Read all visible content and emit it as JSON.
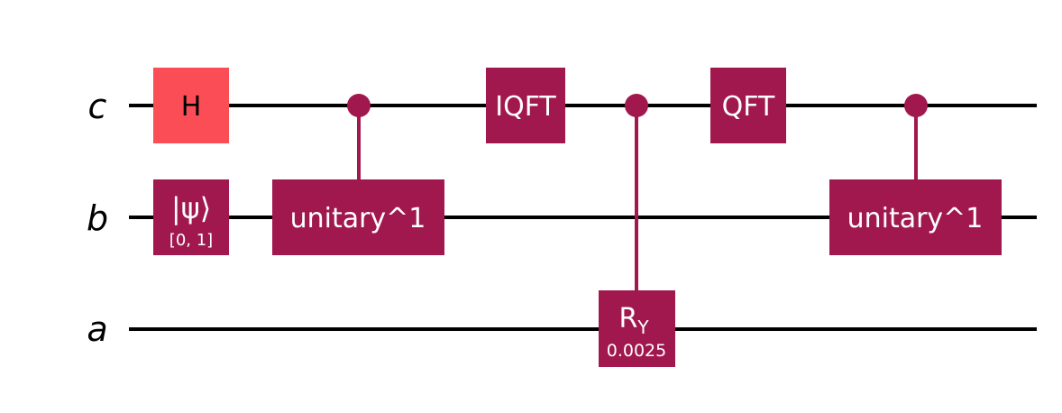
{
  "diagram": {
    "wires": [
      {
        "id": "c",
        "label": "c"
      },
      {
        "id": "b",
        "label": "b"
      },
      {
        "id": "a",
        "label": "a"
      }
    ],
    "gates": [
      {
        "id": "h",
        "label": "H",
        "wire": "c",
        "color": "#fa4d56",
        "text_color": "#000000"
      },
      {
        "id": "init",
        "label": "|ψ⟩",
        "sublabel": "[0, 1]",
        "wire": "b",
        "color": "#a0184e",
        "text_color": "#ffffff"
      },
      {
        "id": "cu1",
        "label": "unitary^1",
        "wire": "b",
        "control": "c",
        "color": "#a0184e",
        "text_color": "#ffffff"
      },
      {
        "id": "iqft",
        "label": "IQFT",
        "wire": "c",
        "color": "#a0184e",
        "text_color": "#ffffff"
      },
      {
        "id": "cry",
        "label": "R",
        "label_sub": "Y",
        "sublabel": "0.0025",
        "wire": "a",
        "control": "c",
        "color": "#a0184e",
        "text_color": "#ffffff"
      },
      {
        "id": "qft",
        "label": "QFT",
        "wire": "c",
        "color": "#a0184e",
        "text_color": "#ffffff"
      },
      {
        "id": "cu2",
        "label": "unitary^1",
        "wire": "b",
        "control": "c",
        "color": "#a0184e",
        "text_color": "#ffffff"
      }
    ]
  }
}
